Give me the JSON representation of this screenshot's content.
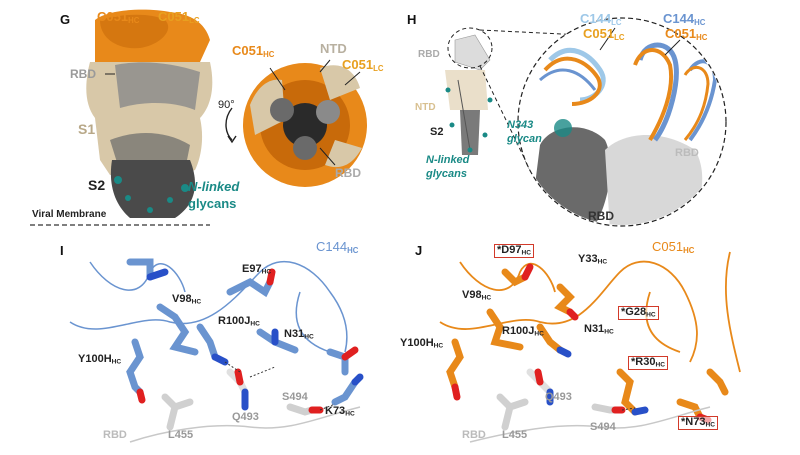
{
  "panels": {
    "G": {
      "letter": "G",
      "c051_hc": {
        "main": "C051",
        "sub": "HC"
      },
      "c051_lc": {
        "main": "C051",
        "sub": "LC"
      },
      "rbd": "RBD",
      "s1": "S1",
      "s2": "S2",
      "rotation": "90°",
      "c051_hc_top": {
        "main": "C051",
        "sub": "HC"
      },
      "ntd": "NTD",
      "c051_lc_top": {
        "main": "C051",
        "sub": "LC"
      },
      "rbd_top": "RBD",
      "nlinked": "N-linked",
      "glycans": "glycans",
      "membrane": "Viral Membrane"
    },
    "H": {
      "letter": "H",
      "c144_lc": {
        "main": "C144",
        "sub": "LC"
      },
      "c051_lc": {
        "main": "C051",
        "sub": "LC"
      },
      "c144_hc": {
        "main": "C144",
        "sub": "HC"
      },
      "c051_hc": {
        "main": "C051",
        "sub": "HC"
      },
      "rbd_small": "RBD",
      "ntd": "NTD",
      "s2": "S2",
      "nlinked": "N-linked",
      "glycans": "glycans",
      "n343": "N343",
      "n343_glycan": "glycan",
      "rbd_right": "RBD",
      "rbd_bottom": "RBD"
    },
    "I": {
      "letter": "I",
      "title": {
        "main": "C144",
        "sub": "HC"
      },
      "e97": {
        "main": "E97",
        "sub": "HC"
      },
      "v98": {
        "main": "V98",
        "sub": "HC"
      },
      "r100j": {
        "main": "R100J",
        "sub": "HC"
      },
      "n31": {
        "main": "N31",
        "sub": "HC"
      },
      "y100h": {
        "main": "Y100H",
        "sub": "HC"
      },
      "s494": "S494",
      "k73": {
        "main": "K73",
        "sub": "HC"
      },
      "q493": "Q493",
      "rbd": "RBD",
      "l455": "L455"
    },
    "J": {
      "letter": "J",
      "title": {
        "main": "C051",
        "sub": "HC"
      },
      "d97": {
        "main": "*D97",
        "sub": "HC"
      },
      "y33": {
        "main": "Y33",
        "sub": "HC"
      },
      "v98": {
        "main": "V98",
        "sub": "HC"
      },
      "g28": {
        "main": "*G28",
        "sub": "HC"
      },
      "r100j": {
        "main": "R100J",
        "sub": "HC"
      },
      "n31": {
        "main": "N31",
        "sub": "HC"
      },
      "y100h": {
        "main": "Y100H",
        "sub": "HC"
      },
      "r30": {
        "main": "*R30",
        "sub": "HC"
      },
      "q493": "Q493",
      "rbd": "RBD",
      "l455": "L455",
      "s494": "S494",
      "n73": {
        "main": "*N73",
        "sub": "HC"
      }
    }
  },
  "colors": {
    "orange": "#e8891a",
    "orange_dark": "#c86a0a",
    "tan": "#d8c8a8",
    "grey_dark": "#4a4a4a",
    "grey_mid": "#8a8a8a",
    "teal": "#1a8a86",
    "blue": "#6a94d0",
    "lightblue": "#9ec8e8",
    "red_box": "#d23a2a",
    "oxygen": "#e02020",
    "nitrogen": "#2850c8"
  }
}
